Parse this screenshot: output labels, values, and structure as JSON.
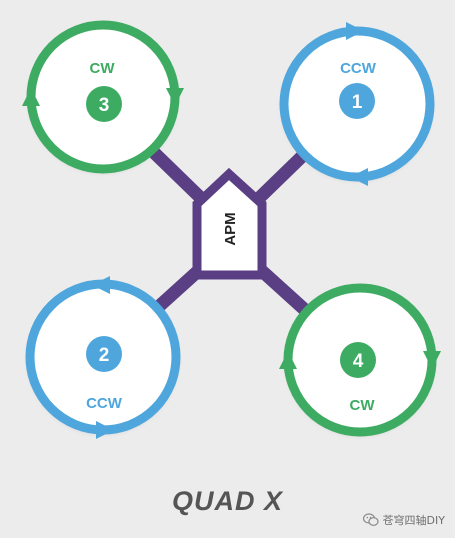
{
  "diagram": {
    "title": "QUAD X",
    "controller_label": "APM",
    "motors": [
      {
        "id": "motor_1",
        "number": "1",
        "direction": "CCW",
        "color": "#4ea6dc",
        "position": "top-right"
      },
      {
        "id": "motor_2",
        "number": "2",
        "direction": "CCW",
        "color": "#4ea6dc",
        "position": "bottom-left"
      },
      {
        "id": "motor_3",
        "number": "3",
        "direction": "CW",
        "color": "#3eab62",
        "position": "top-left"
      },
      {
        "id": "motor_4",
        "number": "4",
        "direction": "CW",
        "color": "#3eab62",
        "position": "bottom-right"
      }
    ],
    "colors": {
      "frame": "#5a3f84",
      "background": "#ececec",
      "title": "#555555"
    }
  },
  "watermark": {
    "text": "苍穹四轴DIY",
    "icon": "wechat-icon"
  }
}
